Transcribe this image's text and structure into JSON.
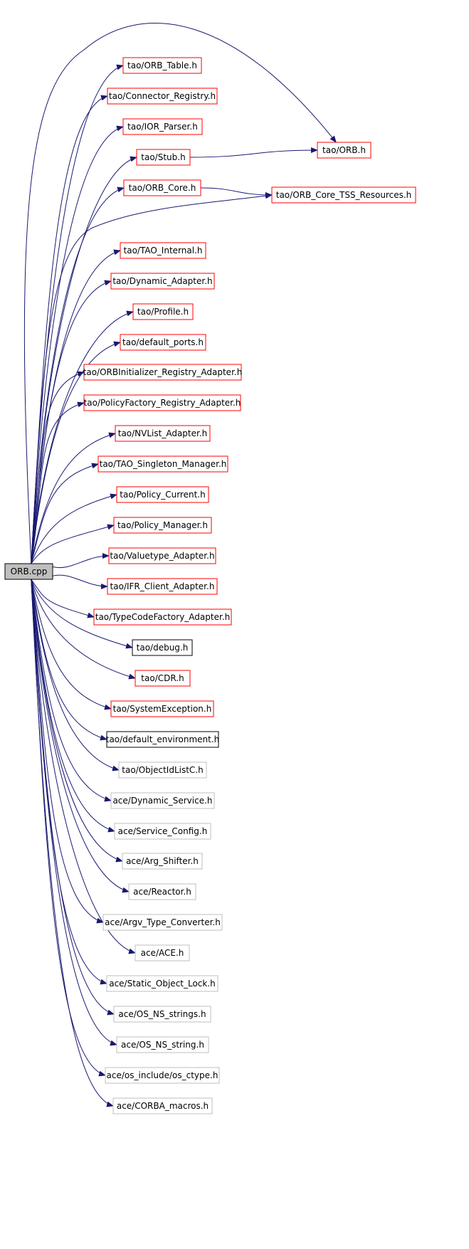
{
  "colors": {
    "edge": "#191970",
    "border_red": "#ff0000",
    "border_black": "#000000",
    "border_gray": "#bfbfbf",
    "root_fill": "#bfbfbf",
    "node_fill": "#ffffff"
  },
  "root": {
    "id": "root",
    "label": "ORB.cpp"
  },
  "nodes": [
    {
      "id": "orb_table",
      "label": "tao/ORB_Table.h",
      "border": "red"
    },
    {
      "id": "connector_registry",
      "label": "tao/Connector_Registry.h",
      "border": "red"
    },
    {
      "id": "ior_parser",
      "label": "tao/IOR_Parser.h",
      "border": "red"
    },
    {
      "id": "stub",
      "label": "tao/Stub.h",
      "border": "red"
    },
    {
      "id": "orb_h",
      "label": "tao/ORB.h",
      "border": "red"
    },
    {
      "id": "orb_core",
      "label": "tao/ORB_Core.h",
      "border": "red"
    },
    {
      "id": "orb_core_tss",
      "label": "tao/ORB_Core_TSS_Resources.h",
      "border": "red"
    },
    {
      "id": "tao_internal",
      "label": "tao/TAO_Internal.h",
      "border": "red"
    },
    {
      "id": "dynamic_adapter",
      "label": "tao/Dynamic_Adapter.h",
      "border": "red"
    },
    {
      "id": "profile",
      "label": "tao/Profile.h",
      "border": "red"
    },
    {
      "id": "default_ports",
      "label": "tao/default_ports.h",
      "border": "red"
    },
    {
      "id": "orbinit_registry",
      "label": "tao/ORBInitializer_Registry_Adapter.h",
      "border": "red"
    },
    {
      "id": "policyfactory_registry",
      "label": "tao/PolicyFactory_Registry_Adapter.h",
      "border": "red"
    },
    {
      "id": "nvlist_adapter",
      "label": "tao/NVList_Adapter.h",
      "border": "red"
    },
    {
      "id": "singleton_manager",
      "label": "tao/TAO_Singleton_Manager.h",
      "border": "red"
    },
    {
      "id": "policy_current",
      "label": "tao/Policy_Current.h",
      "border": "red"
    },
    {
      "id": "policy_manager",
      "label": "tao/Policy_Manager.h",
      "border": "red"
    },
    {
      "id": "valuetype_adapter",
      "label": "tao/Valuetype_Adapter.h",
      "border": "red"
    },
    {
      "id": "ifr_client_adapter",
      "label": "tao/IFR_Client_Adapter.h",
      "border": "red"
    },
    {
      "id": "typecodefactory_adapter",
      "label": "tao/TypeCodeFactory_Adapter.h",
      "border": "red"
    },
    {
      "id": "debug",
      "label": "tao/debug.h",
      "border": "black"
    },
    {
      "id": "cdr",
      "label": "tao/CDR.h",
      "border": "red"
    },
    {
      "id": "system_exception",
      "label": "tao/SystemException.h",
      "border": "red"
    },
    {
      "id": "default_environment",
      "label": "tao/default_environment.h",
      "border": "black"
    },
    {
      "id": "objectidlist",
      "label": "tao/ObjectIdListC.h",
      "border": "gray"
    },
    {
      "id": "dynamic_service",
      "label": "ace/Dynamic_Service.h",
      "border": "gray"
    },
    {
      "id": "service_config",
      "label": "ace/Service_Config.h",
      "border": "gray"
    },
    {
      "id": "arg_shifter",
      "label": "ace/Arg_Shifter.h",
      "border": "gray"
    },
    {
      "id": "reactor",
      "label": "ace/Reactor.h",
      "border": "gray"
    },
    {
      "id": "argv_type_converter",
      "label": "ace/Argv_Type_Converter.h",
      "border": "gray"
    },
    {
      "id": "ace_h",
      "label": "ace/ACE.h",
      "border": "gray"
    },
    {
      "id": "static_object_lock",
      "label": "ace/Static_Object_Lock.h",
      "border": "gray"
    },
    {
      "id": "os_ns_strings",
      "label": "ace/OS_NS_strings.h",
      "border": "gray"
    },
    {
      "id": "os_ns_string",
      "label": "ace/OS_NS_string.h",
      "border": "gray"
    },
    {
      "id": "os_ctype",
      "label": "ace/os_include/os_ctype.h",
      "border": "gray"
    },
    {
      "id": "corba_macros",
      "label": "ace/CORBA_macros.h",
      "border": "gray"
    }
  ],
  "edges": [
    [
      "root",
      "orb_table"
    ],
    [
      "root",
      "connector_registry"
    ],
    [
      "root",
      "ior_parser"
    ],
    [
      "root",
      "stub"
    ],
    [
      "root",
      "orb_h"
    ],
    [
      "root",
      "orb_core"
    ],
    [
      "root",
      "orb_core_tss"
    ],
    [
      "root",
      "tao_internal"
    ],
    [
      "root",
      "dynamic_adapter"
    ],
    [
      "root",
      "profile"
    ],
    [
      "root",
      "default_ports"
    ],
    [
      "root",
      "orbinit_registry"
    ],
    [
      "root",
      "policyfactory_registry"
    ],
    [
      "root",
      "nvlist_adapter"
    ],
    [
      "root",
      "singleton_manager"
    ],
    [
      "root",
      "policy_current"
    ],
    [
      "root",
      "policy_manager"
    ],
    [
      "root",
      "valuetype_adapter"
    ],
    [
      "root",
      "ifr_client_adapter"
    ],
    [
      "root",
      "typecodefactory_adapter"
    ],
    [
      "root",
      "debug"
    ],
    [
      "root",
      "cdr"
    ],
    [
      "root",
      "system_exception"
    ],
    [
      "root",
      "default_environment"
    ],
    [
      "root",
      "objectidlist"
    ],
    [
      "root",
      "dynamic_service"
    ],
    [
      "root",
      "service_config"
    ],
    [
      "root",
      "arg_shifter"
    ],
    [
      "root",
      "reactor"
    ],
    [
      "root",
      "argv_type_converter"
    ],
    [
      "root",
      "ace_h"
    ],
    [
      "root",
      "static_object_lock"
    ],
    [
      "root",
      "os_ns_strings"
    ],
    [
      "root",
      "os_ns_string"
    ],
    [
      "root",
      "os_ctype"
    ],
    [
      "root",
      "corba_macros"
    ],
    [
      "stub",
      "orb_h"
    ],
    [
      "orb_core",
      "orb_core_tss"
    ]
  ]
}
